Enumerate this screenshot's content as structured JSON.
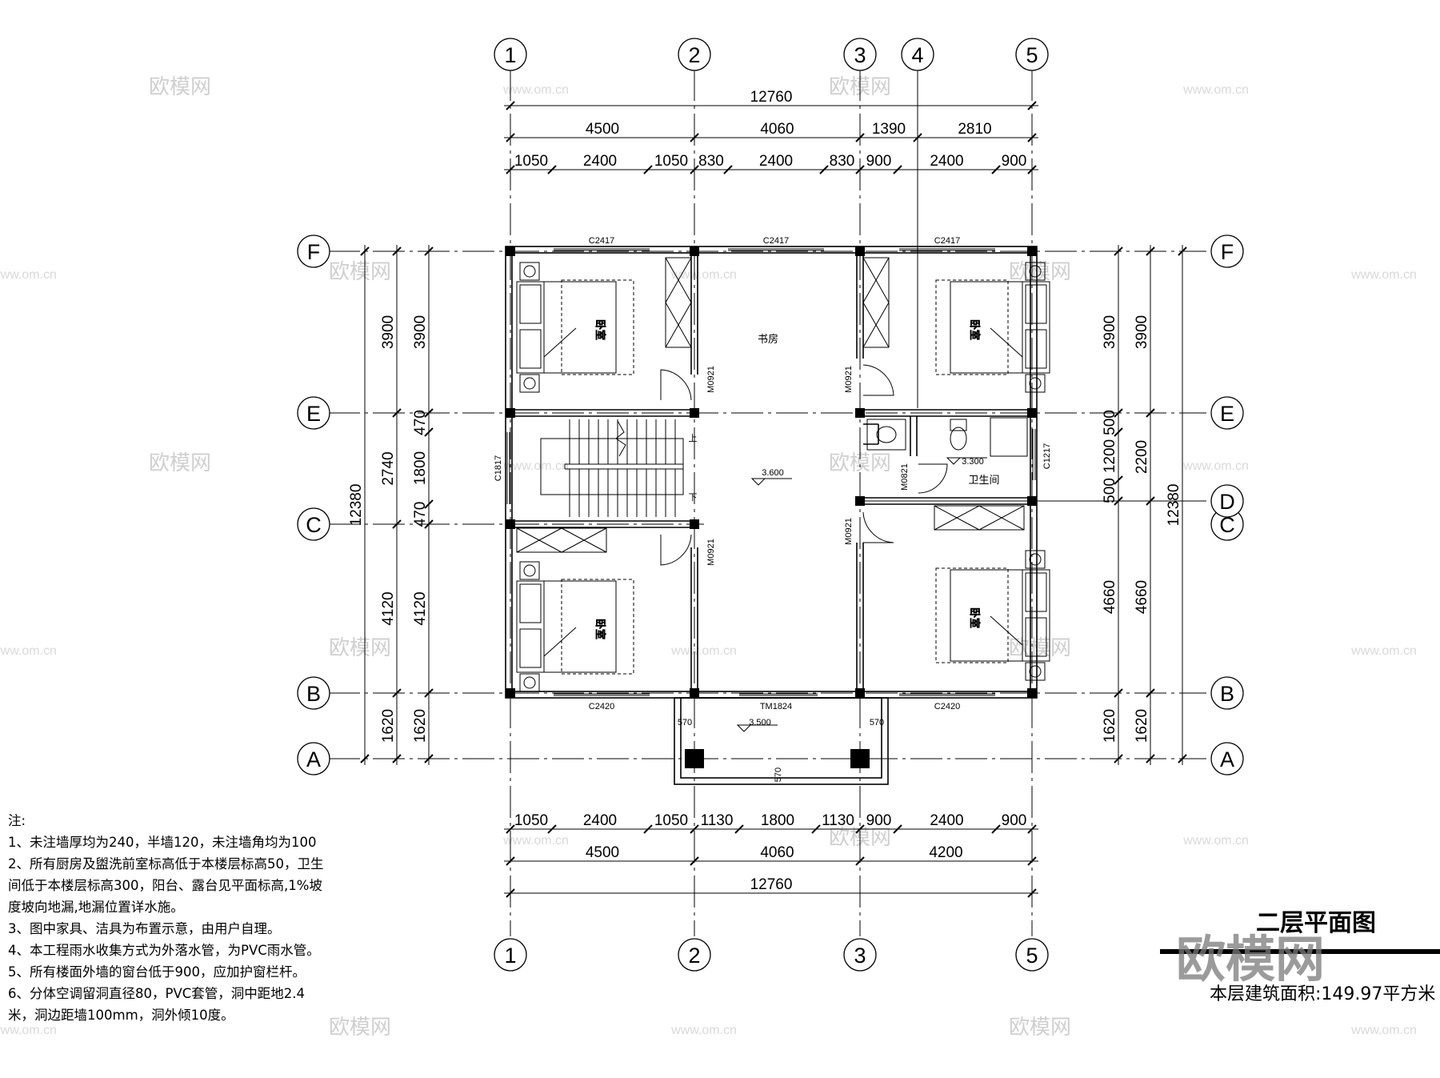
{
  "grid_top": [
    "1",
    "2",
    "3",
    "4",
    "5"
  ],
  "grid_bottom": [
    "1",
    "2",
    "3",
    "5"
  ],
  "grid_rows": [
    "F",
    "E",
    "C",
    "B",
    "A"
  ],
  "grid_row_D": "D",
  "dims_top": {
    "overall": "12760",
    "row2": [
      "4500",
      "4060",
      "1390",
      "2810"
    ],
    "row3": [
      "1050",
      "2400",
      "1050",
      "830",
      "2400",
      "830",
      "900",
      "2400",
      "900"
    ]
  },
  "dims_bottom": {
    "row1": [
      "1050",
      "2400",
      "1050",
      "1130",
      "1800",
      "1130",
      "900",
      "2400",
      "900"
    ],
    "row2": [
      "4500",
      "4060",
      "4200"
    ],
    "overall": "12760"
  },
  "dims_left": {
    "overall": "12380",
    "row2": [
      "3900",
      "2740",
      "4120",
      "1620"
    ],
    "row3": [
      "3900",
      "470",
      "1800",
      "470",
      "4120",
      "1620"
    ]
  },
  "dims_right": {
    "overall": "12380",
    "row2": [
      "3900",
      "2200",
      "4660",
      "1620"
    ],
    "row3": [
      "3900",
      "500",
      "1200",
      "500",
      "4660",
      "1620"
    ]
  },
  "labels": {
    "win_top": "C2417",
    "win_bottom": "C2420",
    "win_side_left": "C1817",
    "win_side_right": "C1217",
    "door_m0921": "M0921",
    "door_m0821": "M0821",
    "door_tm": "TM1824",
    "room_study": "书房",
    "room_bath": "卫生间",
    "room_bed": "卧室",
    "elev_main": "3.600",
    "elev_bath": "3.300",
    "elev_porch": "3.500",
    "dim_570": "570",
    "stair_up": "上",
    "stair_down": "下"
  },
  "notes": {
    "heading": "注:",
    "lines": [
      "1、未注墙厚均为240，半墙120，未注墙角均为100",
      "2、所有厨房及盥洗前室标高低于本楼层标高50，卫生",
      "间低于本楼层标高300，阳台、露台见平面标高,1%坡",
      "度坡向地漏,地漏位置详水施。",
      "3、图中家具、洁具为布置示意，由用户自理。",
      "4、本工程雨水收集方式为外落水管，为PVC雨水管。",
      "5、所有楼面外墙的窗台低于900，应加护窗栏杆。",
      "6、分体空调留洞直径80，PVC套管，洞中距地2.4",
      "米，洞边距墙100mm，洞外倾10度。"
    ]
  },
  "title": {
    "name": "二层平面图",
    "watermark": "欧模网",
    "area": "本层建筑面积:149.97平方米"
  },
  "watermarks": {
    "brand": "欧模网",
    "url": "www.om.cn"
  }
}
